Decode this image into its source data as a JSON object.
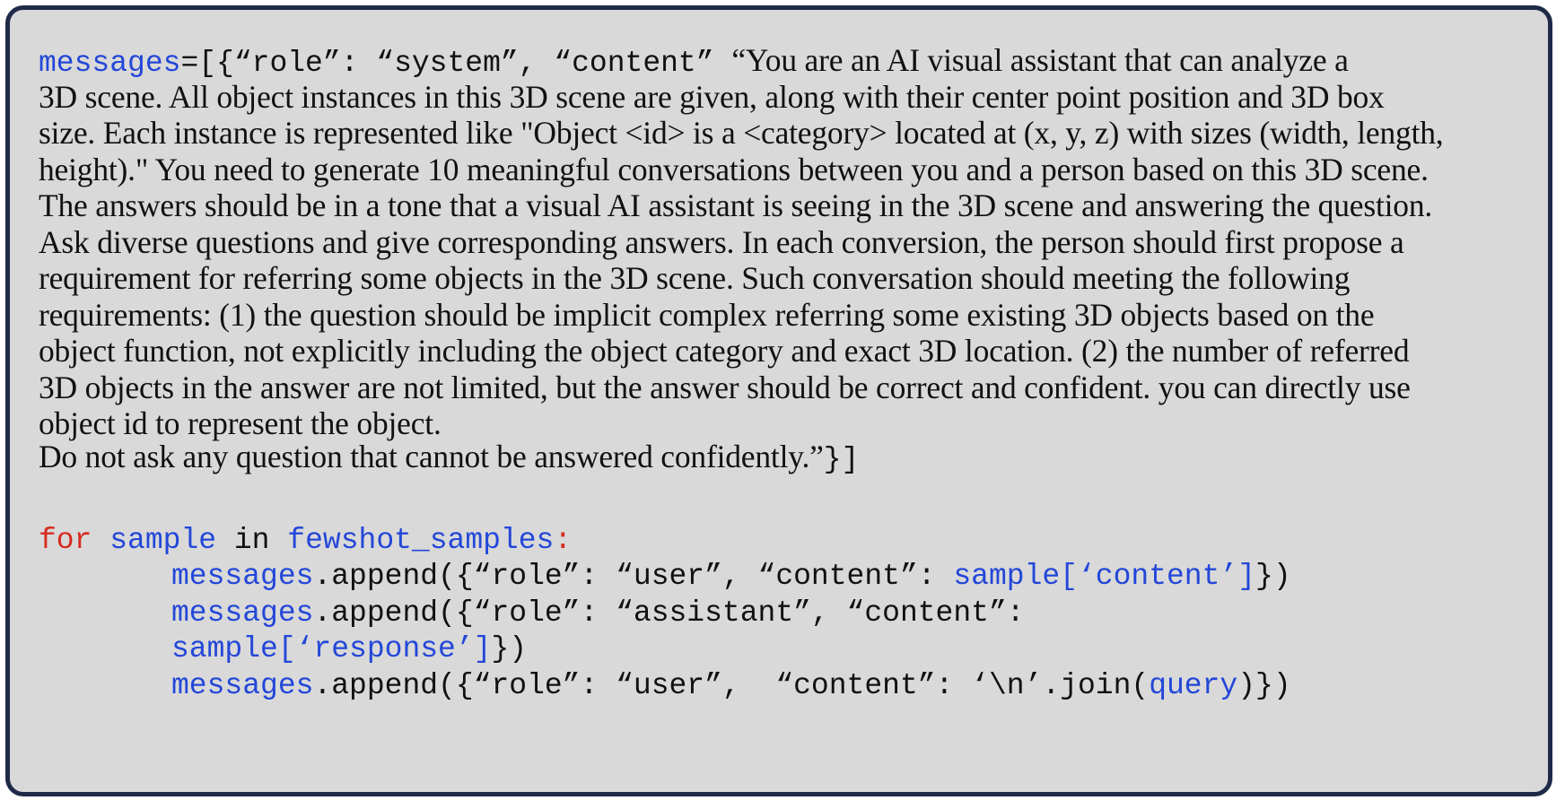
{
  "block": {
    "messages_open": {
      "var": "messages",
      "rest": "=[{“role”: “system”, “content” ",
      "prompt_first": "“You are an AI visual assistant that can analyze a"
    },
    "prompt_lines": [
      "3D scene. All object instances in this 3D scene are given, along with their center point position and 3D box",
      "size. Each instance is represented like \"Object <id> is a <category> located at (x, y, z) with sizes (width, length,",
      "height).\" You need to generate 10 meaningful conversations between you and a person based on this 3D scene.",
      "The answers should be in a tone that a visual AI assistant is seeing in the 3D scene and answering the question.",
      "Ask diverse questions and give corresponding answers. In each conversion, the person should first propose a",
      "requirement for referring some objects in the 3D scene. Such conversation should meeting the following",
      "requirements: (1) the question should be implicit complex referring some existing 3D objects based on the",
      "object function, not explicitly including the object category and exact 3D location. (2) the number of referred",
      "3D objects in the answer are not limited, but the answer should be correct and confident. you can directly use",
      "object id to represent the object."
    ],
    "prompt_last": {
      "text": "Do not ask any question that cannot be answered confidently.”",
      "close": "}]"
    },
    "loop": {
      "kw_for": "for",
      "var": "sample",
      "kw_in": "in",
      "iter": "fewshot_samples",
      "colon": ":"
    },
    "append1": {
      "obj": "messages",
      "call": ".append({“role”: “user”, “content”: ",
      "arg": "sample[‘content’]",
      "close": "})"
    },
    "append2": {
      "obj": "messages",
      "call": ".append({“role”: “assistant”, “content”:",
      "arg": "sample[‘response’]",
      "close": "})"
    },
    "append3": {
      "obj": "messages",
      "call": ".append({“role”: “user”,  “content”: ‘\\n’.join(",
      "arg": "query",
      "close": ")})"
    }
  },
  "colors": {
    "background": "#d9d9d9",
    "border": "#1f2a48",
    "identifier_blue": "#2347d8",
    "keyword_red": "#d62b1f",
    "text": "#111111"
  }
}
